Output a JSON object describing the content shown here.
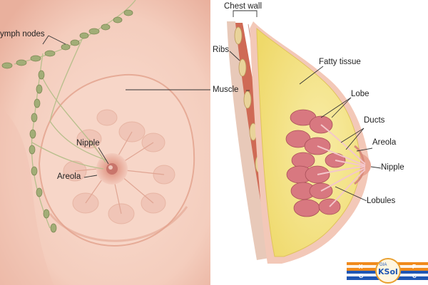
{
  "left_panel": {
    "labels": {
      "lymph_nodes": "ymph nodes",
      "nipple": "Nipple",
      "areola": "Areola"
    }
  },
  "right_panel": {
    "labels": {
      "chest_wall": "Chest wall",
      "ribs": "Ribs",
      "muscle": "Muscle",
      "fatty_tissue": "Fatty tissue",
      "lobe": "Lobe",
      "ducts": "Ducts",
      "areola": "Areola",
      "nipple": "Nipple",
      "lobules": "Lobules"
    }
  },
  "watermark": {
    "brand": "KSol",
    "small": "GIA",
    "corner_letters": [
      "X",
      "G",
      "F",
      "C"
    ]
  },
  "colors": {
    "skin": "#f6d3c6",
    "skin_shade": "#e9b3a1",
    "fat": "#f5e487",
    "lobule": "#d5717a",
    "muscle": "#cf6a55",
    "lymph": "#9aa771",
    "logo_blue": "#1f56b4",
    "logo_orange": "#f08a1c"
  }
}
